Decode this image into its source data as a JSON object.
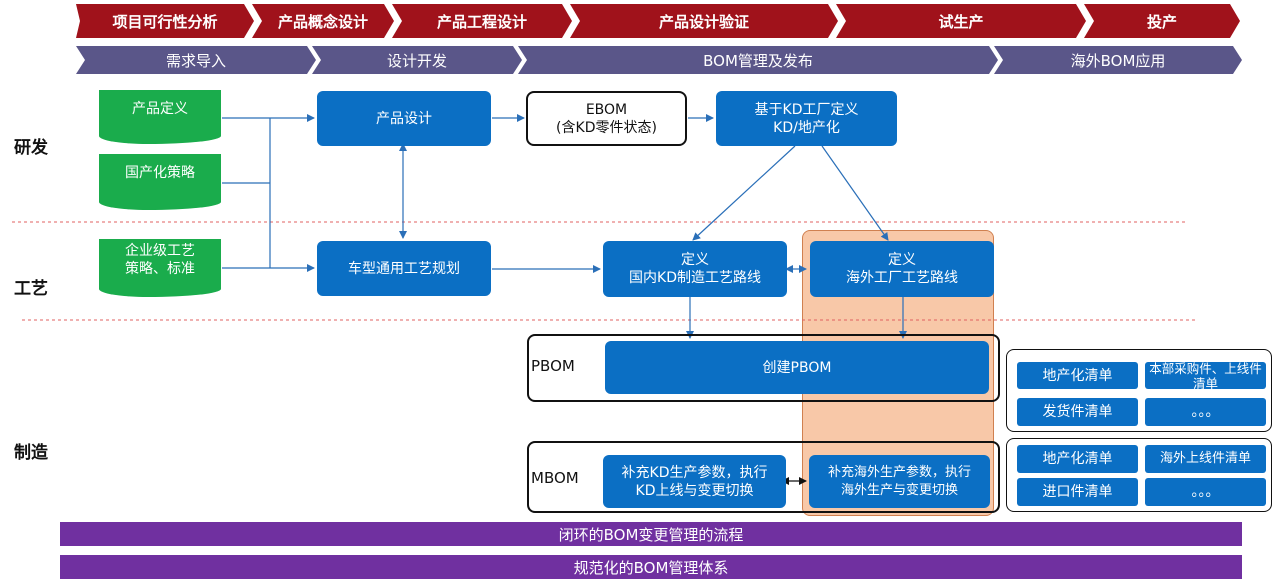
{
  "phases": [
    "项目可行性分析",
    "产品概念设计",
    "产品工程设计",
    "产品设计验证",
    "试生产",
    "投产"
  ],
  "stages": [
    "需求导入",
    "设计开发",
    "BOM管理及发布",
    "海外BOM应用"
  ],
  "rows": [
    "研发",
    "工艺",
    "制造"
  ],
  "inputs": {
    "product_def": "产品定义",
    "localization": "国产化策略",
    "enterprise_process_1": "企业级工艺",
    "enterprise_process_2": "策略、标准"
  },
  "nodes": {
    "product_design": "产品设计",
    "ebom_1": "EBOM",
    "ebom_2": "(含KD零件状态)",
    "kd_factory_1": "基于KD工厂定义",
    "kd_factory_2": "KD/地产化",
    "vehicle_process": "车型通用工艺规划",
    "domestic_route_1": "定义",
    "domestic_route_2": "国内KD制造工艺路线",
    "overseas_route_1": "定义",
    "overseas_route_2": "海外工厂工艺路线",
    "pbom_label": "PBOM",
    "create_pbom": "创建PBOM",
    "mbom_label": "MBOM",
    "mbom_kd_1": "补充KD生产参数，执行",
    "mbom_kd_2": "KD上线与变更切换",
    "mbom_overseas_1": "补充海外生产参数，执行",
    "mbom_overseas_2": "海外生产与变更切换"
  },
  "lists": {
    "pbom_list": [
      "地产化清单",
      "本部采购件、上线件清单",
      "发货件清单",
      "。。。"
    ],
    "mbom_list": [
      "地产化清单",
      "海外上线件清单",
      "进口件清单",
      "。。。"
    ]
  },
  "bars": {
    "change_process": "闭环的BOM变更管理的流程",
    "system": "规范化的BOM管理体系"
  },
  "colors": {
    "phase_red": "#a0121b",
    "stage_purple": "#5a5689",
    "input_green": "#1aac4c",
    "node_blue": "#0b6fc4",
    "highlight_orange": "#f8c8a8",
    "bar_purple": "#7030a0"
  }
}
